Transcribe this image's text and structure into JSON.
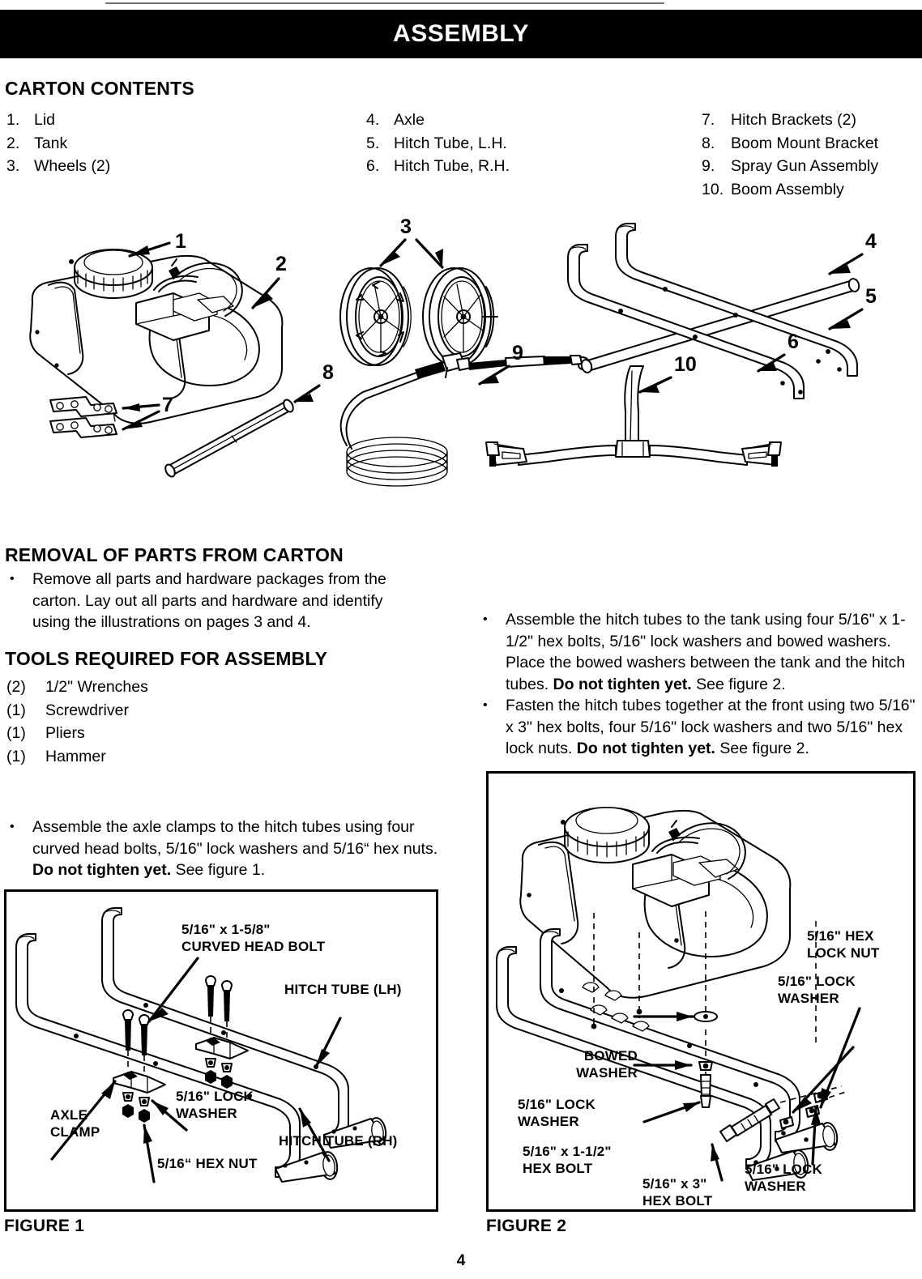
{
  "header": {
    "title": "ASSEMBLY"
  },
  "carton_contents": {
    "heading": "CARTON CONTENTS",
    "column_1": [
      {
        "num": "1.",
        "label": "Lid"
      },
      {
        "num": "2.",
        "label": "Tank"
      },
      {
        "num": "3.",
        "label": "Wheels (2)"
      }
    ],
    "column_2": [
      {
        "num": "4.",
        "label": "Axle"
      },
      {
        "num": "5.",
        "label": "Hitch Tube, L.H."
      },
      {
        "num": "6.",
        "label": "Hitch Tube, R.H."
      }
    ],
    "column_3": [
      {
        "num": "7.",
        "label": "Hitch Brackets (2)"
      },
      {
        "num": "8.",
        "label": "Boom Mount Bracket"
      },
      {
        "num": "9.",
        "label": "Spray Gun Assembly"
      },
      {
        "num": "10.",
        "label": "Boom Assembly"
      }
    ]
  },
  "parts_illustration": {
    "callout_numbers": [
      "1",
      "2",
      "3",
      "4",
      "5",
      "6",
      "7",
      "8",
      "9",
      "10"
    ]
  },
  "removal": {
    "heading": "REMOVAL OF PARTS FROM CARTON",
    "bullet": "•",
    "items": [
      "Remove all parts and hardware packages from the carton. Lay out all parts and hardware and identify using the illustrations on pages 3 and 4."
    ]
  },
  "tools": {
    "heading": "TOOLS REQUIRED FOR ASSEMBLY",
    "items": [
      {
        "qty": "(2)",
        "label": "1/2\" Wrenches"
      },
      {
        "qty": "(1)",
        "label": "Screwdriver"
      },
      {
        "qty": "(1)",
        "label": "Pliers"
      },
      {
        "qty": "(1)",
        "label": "Hammer"
      }
    ]
  },
  "axle_instruction": {
    "bullet": "•",
    "text_before_bold": "Assemble the axle clamps to the hitch tubes using four curved head bolts, 5/16\" lock washers and 5/16“ hex nuts. ",
    "bold": "Do not tighten yet.",
    "text_after_bold": " See figure 1."
  },
  "hitch_instructions": [
    {
      "bullet": "•",
      "text_before_bold": "Assemble the hitch tubes to the tank using four 5/16\" x 1-1/2\" hex bolts, 5/16\" lock washers and bowed washers. Place the bowed washers between the tank and the hitch tubes. ",
      "bold": "Do not tighten yet.",
      "text_after_bold": " See figure 2."
    },
    {
      "bullet": "•",
      "text_before_bold": "Fasten the hitch tubes together at the front using two 5/16\" x 3\" hex bolts, four 5/16\" lock washers and two 5/16\" hex lock nuts. ",
      "bold": "Do not tighten yet.",
      "text_after_bold": " See figure 2."
    }
  ],
  "figure_1": {
    "caption": "FIGURE 1",
    "labels": {
      "curved_head_bolt": "5/16\" x 1-5/8\"\nCURVED HEAD BOLT",
      "hitch_tube_lh": "HITCH TUBE (LH)",
      "axle_clamp": "AXLE\nCLAMP",
      "lock_washer": "5/16\" LOCK\nWASHER",
      "hex_nut": "5/16“ HEX NUT",
      "hitch_tube_rh": "HITCH TUBE (RH)"
    }
  },
  "figure_2": {
    "caption": "FIGURE 2",
    "labels": {
      "hex_lock_nut": "5/16\" HEX\nLOCK NUT",
      "lock_washer_top": "5/16\" LOCK\nWASHER",
      "bowed_washer": "BOWED\nWASHER",
      "lock_washer_mid": "5/16\" LOCK\nWASHER",
      "hex_bolt_1_1_2": "5/16\" x 1-1/2\"\nHEX BOLT",
      "hex_bolt_3": "5/16\" x 3\"\nHEX BOLT",
      "lock_washer_right": "5/16\" LOCK\nWASHER"
    }
  },
  "footer": {
    "page_number": "4"
  }
}
